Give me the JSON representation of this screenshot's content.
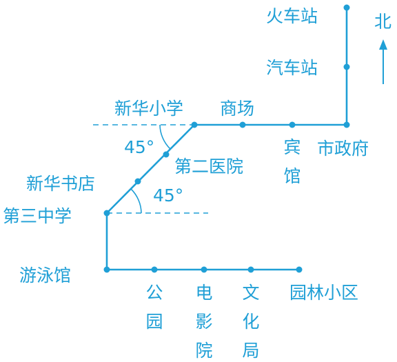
{
  "stops": {
    "train_station": "火车站",
    "bus_station": "汽车站",
    "xinhua_primary": "新华小学",
    "mall": "商场",
    "hotel": "宾馆",
    "city_hall": "市政府",
    "second_hospital": "第二医院",
    "xinhua_bookstore": "新华书店",
    "third_middle": "第三中学",
    "natatorium": "游泳馆",
    "park": "公园",
    "cinema": "电影院",
    "culture_bureau": "文化局",
    "garden_district": "园林小区"
  },
  "angles": {
    "upper": "45°",
    "lower": "45°"
  },
  "compass": {
    "north": "北"
  },
  "colors": {
    "route": "#1f9fd6"
  }
}
